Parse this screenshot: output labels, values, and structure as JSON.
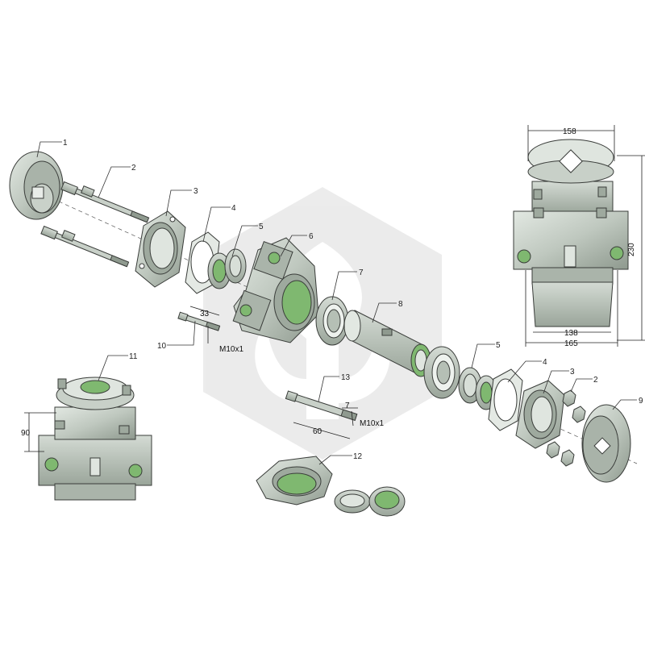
{
  "parts": [
    {
      "number": "1"
    },
    {
      "number": "2"
    },
    {
      "number": "3"
    },
    {
      "number": "4"
    },
    {
      "number": "5"
    },
    {
      "number": "6"
    },
    {
      "number": "7"
    },
    {
      "number": "8"
    },
    {
      "number": "5"
    },
    {
      "number": "4"
    },
    {
      "number": "3"
    },
    {
      "number": "2"
    },
    {
      "number": "9"
    },
    {
      "number": "10"
    },
    {
      "number": "11"
    },
    {
      "number": "12"
    },
    {
      "number": "13"
    }
  ],
  "dimensions": {
    "width_top": "158",
    "height": "230",
    "base_inner": "138",
    "base_outer": "165",
    "side_height": "90",
    "bolt10_length": "33",
    "bolt10_thread": "M10x1",
    "bolt13_length": "60",
    "bolt13_end": "7",
    "bolt13_thread": "M10x1"
  },
  "colors": {
    "part_fill": "#bfc8bf",
    "part_dark": "#8f9a8f",
    "part_light": "#dde3dd",
    "accent": "#7fb870",
    "watermark": "#e6e6e6"
  }
}
